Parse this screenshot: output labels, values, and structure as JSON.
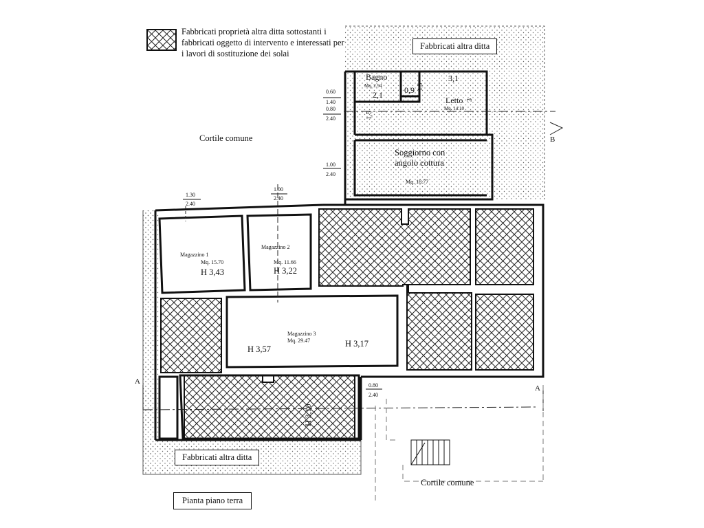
{
  "legend": {
    "text": "Fabbricati proprietà altra ditta sottostanti i fabbricati oggetto di intervento e interessati per i lavori di sostituzione dei solai"
  },
  "labels": {
    "fabbricati_top": "Fabbricati altra ditta",
    "fabbricati_bottom": "Fabbricati altra ditta",
    "cortile_left": "Cortile comune",
    "cortile_bottom": "Cortile comune",
    "plan_title": "Pianta piano terra",
    "section_a": "A",
    "section_b": "B"
  },
  "rooms": {
    "bagno": {
      "name": "Bagno",
      "area": "Mq. 2.94",
      "dim": "2,1"
    },
    "letto": {
      "name": "Letto",
      "area": "Mq. 14.10",
      "dim_top": "3,1",
      "dim_side": "3"
    },
    "small_dims": {
      "w": "0,9",
      "h": "1,5",
      "h2": "1,5"
    },
    "soggiorno": {
      "name_1": "Soggiorno con",
      "name_2": "angolo cottura",
      "area": "Mq. 18.77"
    },
    "magazzino1": {
      "name": "Magazzino 1",
      "area": "Mq. 15.70",
      "height": "H 3,43"
    },
    "magazzino2": {
      "name": "Magazzino 2",
      "area": "Mq. 11.66",
      "height": "H 3,22"
    },
    "magazzino3": {
      "name": "Magazzino 3",
      "area": "Mq. 29.47",
      "height_left": "H 3,57",
      "height_right": "H 3,17"
    },
    "bottom_block": {
      "height": "H 3,10"
    }
  },
  "openings": {
    "o1": {
      "w": "0.60",
      "h": "1.40"
    },
    "o2": {
      "w": "0.80",
      "h": "2.40"
    },
    "o3": {
      "w": "1.00",
      "h": "2.40"
    },
    "o4": {
      "w": "1.30",
      "h": "2.40"
    },
    "o5": {
      "w": "1.00",
      "h": "2.40"
    },
    "o6": {
      "w": "0.80",
      "h": "2.40"
    }
  }
}
